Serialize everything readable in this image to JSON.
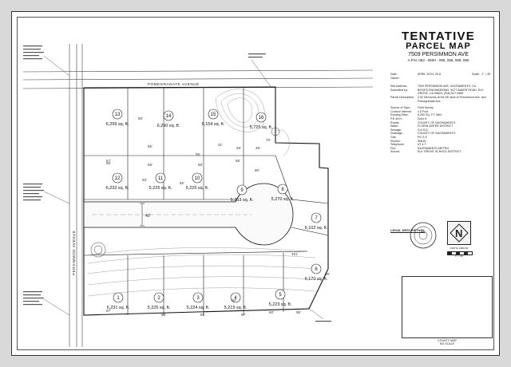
{
  "title": {
    "line1": "TENTATIVE",
    "line2": "PARCEL MAP",
    "address": "7509 PERSIMMON AVE",
    "apn": "A.P.N. 063 - 0500 - 085, 086, 089, 090"
  },
  "header": {
    "date_label": "Date:",
    "date_value": "APRIL 26TH, 20 8",
    "scale_label": "Scale:",
    "scale_value": "1\" = 40'",
    "owner_label": "Owner:"
  },
  "info": [
    {
      "k": "Site Address:",
      "v": "7509 PERSIMMON AVE, SACRAMENTO, CA"
    },
    {
      "k": "Submitted by:",
      "v": "BOSE'S ENGINEERING, 9077 BAKER ROAD, ELK GROVE, CA 95624, (916) 627-0556"
    },
    {
      "k": "Parcel Description:",
      "v": "2.92 Net Acres at the SE area of Persimmon Ave. and Pomegranate Ave."
    },
    {
      "k": "Source of Topo:",
      "v": "Field Survey"
    },
    {
      "k": "Contour Interval:",
      "v": "1.0 Foot"
    },
    {
      "k": "Existing Sites:",
      "v": "5,200 SQ. FT. MIN."
    },
    {
      "k": "P.E./M.H.:",
      "v": "Zone 6"
    },
    {
      "k": "Roads:",
      "v": "COUNTY OF SACRAMENTO"
    },
    {
      "k": "Water:",
      "v": "FLORIN WATER DISTRICT"
    },
    {
      "k": "Sewage:",
      "v": "S.A.S.D."
    },
    {
      "k": "Drainage:",
      "v": "COUNTY OF SACRAMENTO"
    },
    {
      "k": "Gas:",
      "v": "PG & E"
    },
    {
      "k": "Electric:",
      "v": "SMUD"
    },
    {
      "k": "Telephone:",
      "v": "AT & T"
    },
    {
      "k": "Fire:",
      "v": "SACRAMENTO METRO"
    },
    {
      "k": "School:",
      "v": "ELK GROVE SCHOOL DISTRICT"
    }
  ],
  "legal_label": "LEGAL DESCRIPTION:",
  "county_map": {
    "line1": "COUNTY MAP",
    "line2": "NO SCALE"
  },
  "streets": {
    "north": "POMEGRANATE AVENUE",
    "west": "PERSIMMON AVENUE"
  },
  "road_width": "40'",
  "lots": [
    {
      "num": "1",
      "area": "6,231 sq. ft."
    },
    {
      "num": "2",
      "area": "5,225 sq. ft."
    },
    {
      "num": "3",
      "area": "5,224 sq. ft."
    },
    {
      "num": "4",
      "area": "5,219 sq. ft."
    },
    {
      "num": "5",
      "area": "5,223 sq. ft."
    },
    {
      "num": "6",
      "area": "6,170 sq. ft."
    },
    {
      "num": "7",
      "area": "6,102 sq. ft."
    },
    {
      "num": "8",
      "area": "5,270 sq. ft."
    },
    {
      "num": "9",
      "area": "5,353 sq. ft."
    },
    {
      "num": "10",
      "area": "5,225 sq. ft."
    },
    {
      "num": "11",
      "area": "5,225 sq. ft."
    },
    {
      "num": "12",
      "area": "6,232 sq. ft."
    },
    {
      "num": "13",
      "area": "6,299 sq. ft."
    },
    {
      "num": "14",
      "area": "6,290 sq. ft."
    },
    {
      "num": "15",
      "area": "6,154 sq. ft."
    },
    {
      "num": "16",
      "area": "5,725 sq. ft."
    }
  ],
  "dims": [
    "93'",
    "83'",
    "67'",
    "55'",
    "55'",
    "31'",
    "25'",
    "45'",
    "70'",
    "80'",
    "55'",
    "55'",
    "55'",
    "67'",
    "60'",
    "95'",
    "92'",
    "93'",
    "55'",
    "55'",
    "67'",
    "60'",
    "95'",
    "101'"
  ],
  "logo": {
    "letter": "N",
    "caption": "NORTH ARROW"
  }
}
